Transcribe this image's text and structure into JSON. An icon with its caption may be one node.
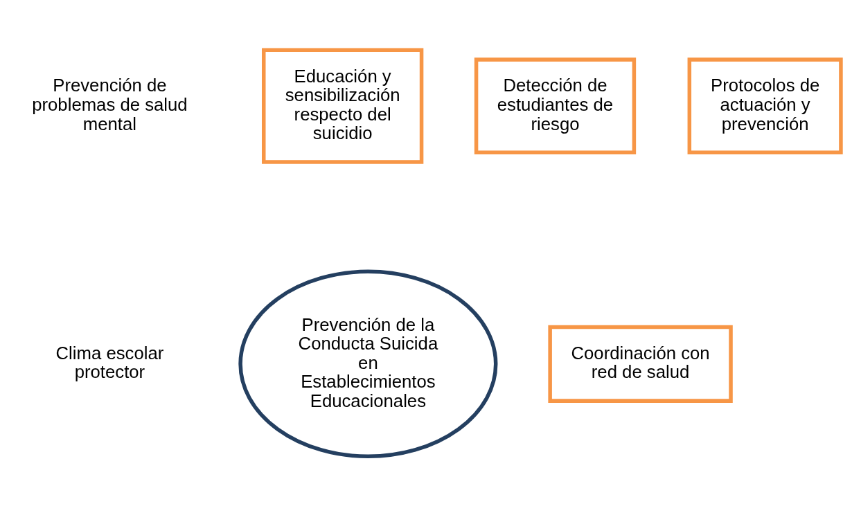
{
  "diagram": {
    "nodes": [
      {
        "text": [
          "Educación y sensibilización respecto del suicidio"
        ]
      },
      {
        "text": [
          "Detección de estudiantes de riesgo"
        ]
      },
      {
        "text": [
          "Protocolos de actuación y prevención"
        ]
      },
      {
        "text": [
          "Prevención de la Conducta Suicida en Establecimientos Educacionales"
        ]
      },
      {
        "text": [
          "Coordinación con red de salud"
        ]
      }
    ],
    "labels": [
      "Prevención de problemas de salud mental",
      "Clima escolar protector"
    ]
  }
}
